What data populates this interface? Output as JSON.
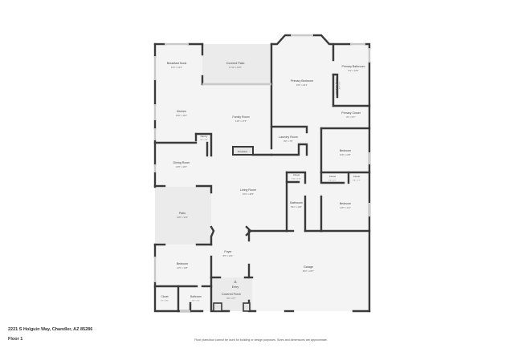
{
  "address": "2221 S Holguin Way, Chandler, AZ 85286",
  "floor": "Floor 1",
  "disclaimer": "Floor plans/tour cannot be used for building or design purposes. Sizes and dimensions are approximate.",
  "colors": {
    "wall": "#3a3a3a",
    "floor": "#f4f4f4",
    "patio": "#ebebeb",
    "window": "#c9c9c9",
    "background": "#ffffff"
  },
  "rooms": {
    "breakfast_nook": {
      "name": "Breakfast Nook",
      "dim": "11'0\" x 10'1\""
    },
    "covered_patio": {
      "name": "Covered Patio",
      "dim": "17'10\" x 10'5\""
    },
    "primary_bedroom": {
      "name": "Primary Bedroom",
      "dim": "15'0\" x 24'1\""
    },
    "primary_bathroom": {
      "name": "Primary Bathroom",
      "dim": "8'4\" x 13'8\""
    },
    "primary_bathroom_small": {
      "name": "Primary Bathroom",
      "dim": "3'11\" x 6'8\""
    },
    "primary_closet": {
      "name": "Primary Closet",
      "dim": "8'4\" x 8'7\""
    },
    "kitchen": {
      "name": "Kitchen",
      "dim": "15'8\" x 14'3\""
    },
    "family_room": {
      "name": "Family Room",
      "dim": "14'8\" x 17'5\""
    },
    "pantry": {
      "name": "Pantry",
      "dim": "4'0\" x 2'8\""
    },
    "laundry_room": {
      "name": "Laundry Room",
      "dim": "8'8\" x 7'8\""
    },
    "fireplace": {
      "name": "Fireplace"
    },
    "bedroom_2": {
      "name": "Bedroom",
      "dim": "11'8\" x 10'5\""
    },
    "dining_room": {
      "name": "Dining Room",
      "dim": "10'8\" x 10'0\""
    },
    "living_room": {
      "name": "Living Room",
      "dim": "16'3\" x 18'0\""
    },
    "closet_hall": {
      "name": "Closet",
      "dim": "4'11\" x 1'11\""
    },
    "closet_b2": {
      "name": "Closet",
      "dim": "5'8\" x 2'7\""
    },
    "closet_b3": {
      "name": "Closet",
      "dim": "5'8\" x 2'7\""
    },
    "bathroom_hall": {
      "name": "Bathroom",
      "dim": "8'11\" x 11'8\""
    },
    "bedroom_3": {
      "name": "Bedroom",
      "dim": "11'8\" x 11'1\""
    },
    "patio": {
      "name": "Patio",
      "dim": "14'8\" x 14'3\""
    },
    "garage": {
      "name": "Garage",
      "dim": "30'2\" x 23'7\""
    },
    "foyer": {
      "name": "Foyer",
      "dim": "8'6\" x 12'1\""
    },
    "bedroom_4": {
      "name": "Bedroom",
      "dim": "14'5\" x 11'8\""
    },
    "entry": {
      "name": "Entry"
    },
    "covered_porch": {
      "name": "Covered Porch",
      "dim": "9'0\" x 6'7\""
    },
    "closet_b4": {
      "name": "Closet",
      "dim": "5'7\" x 5'0\""
    },
    "bathroom_b4": {
      "name": "Bathroom",
      "dim": "8'0\" x 7'0\""
    }
  }
}
